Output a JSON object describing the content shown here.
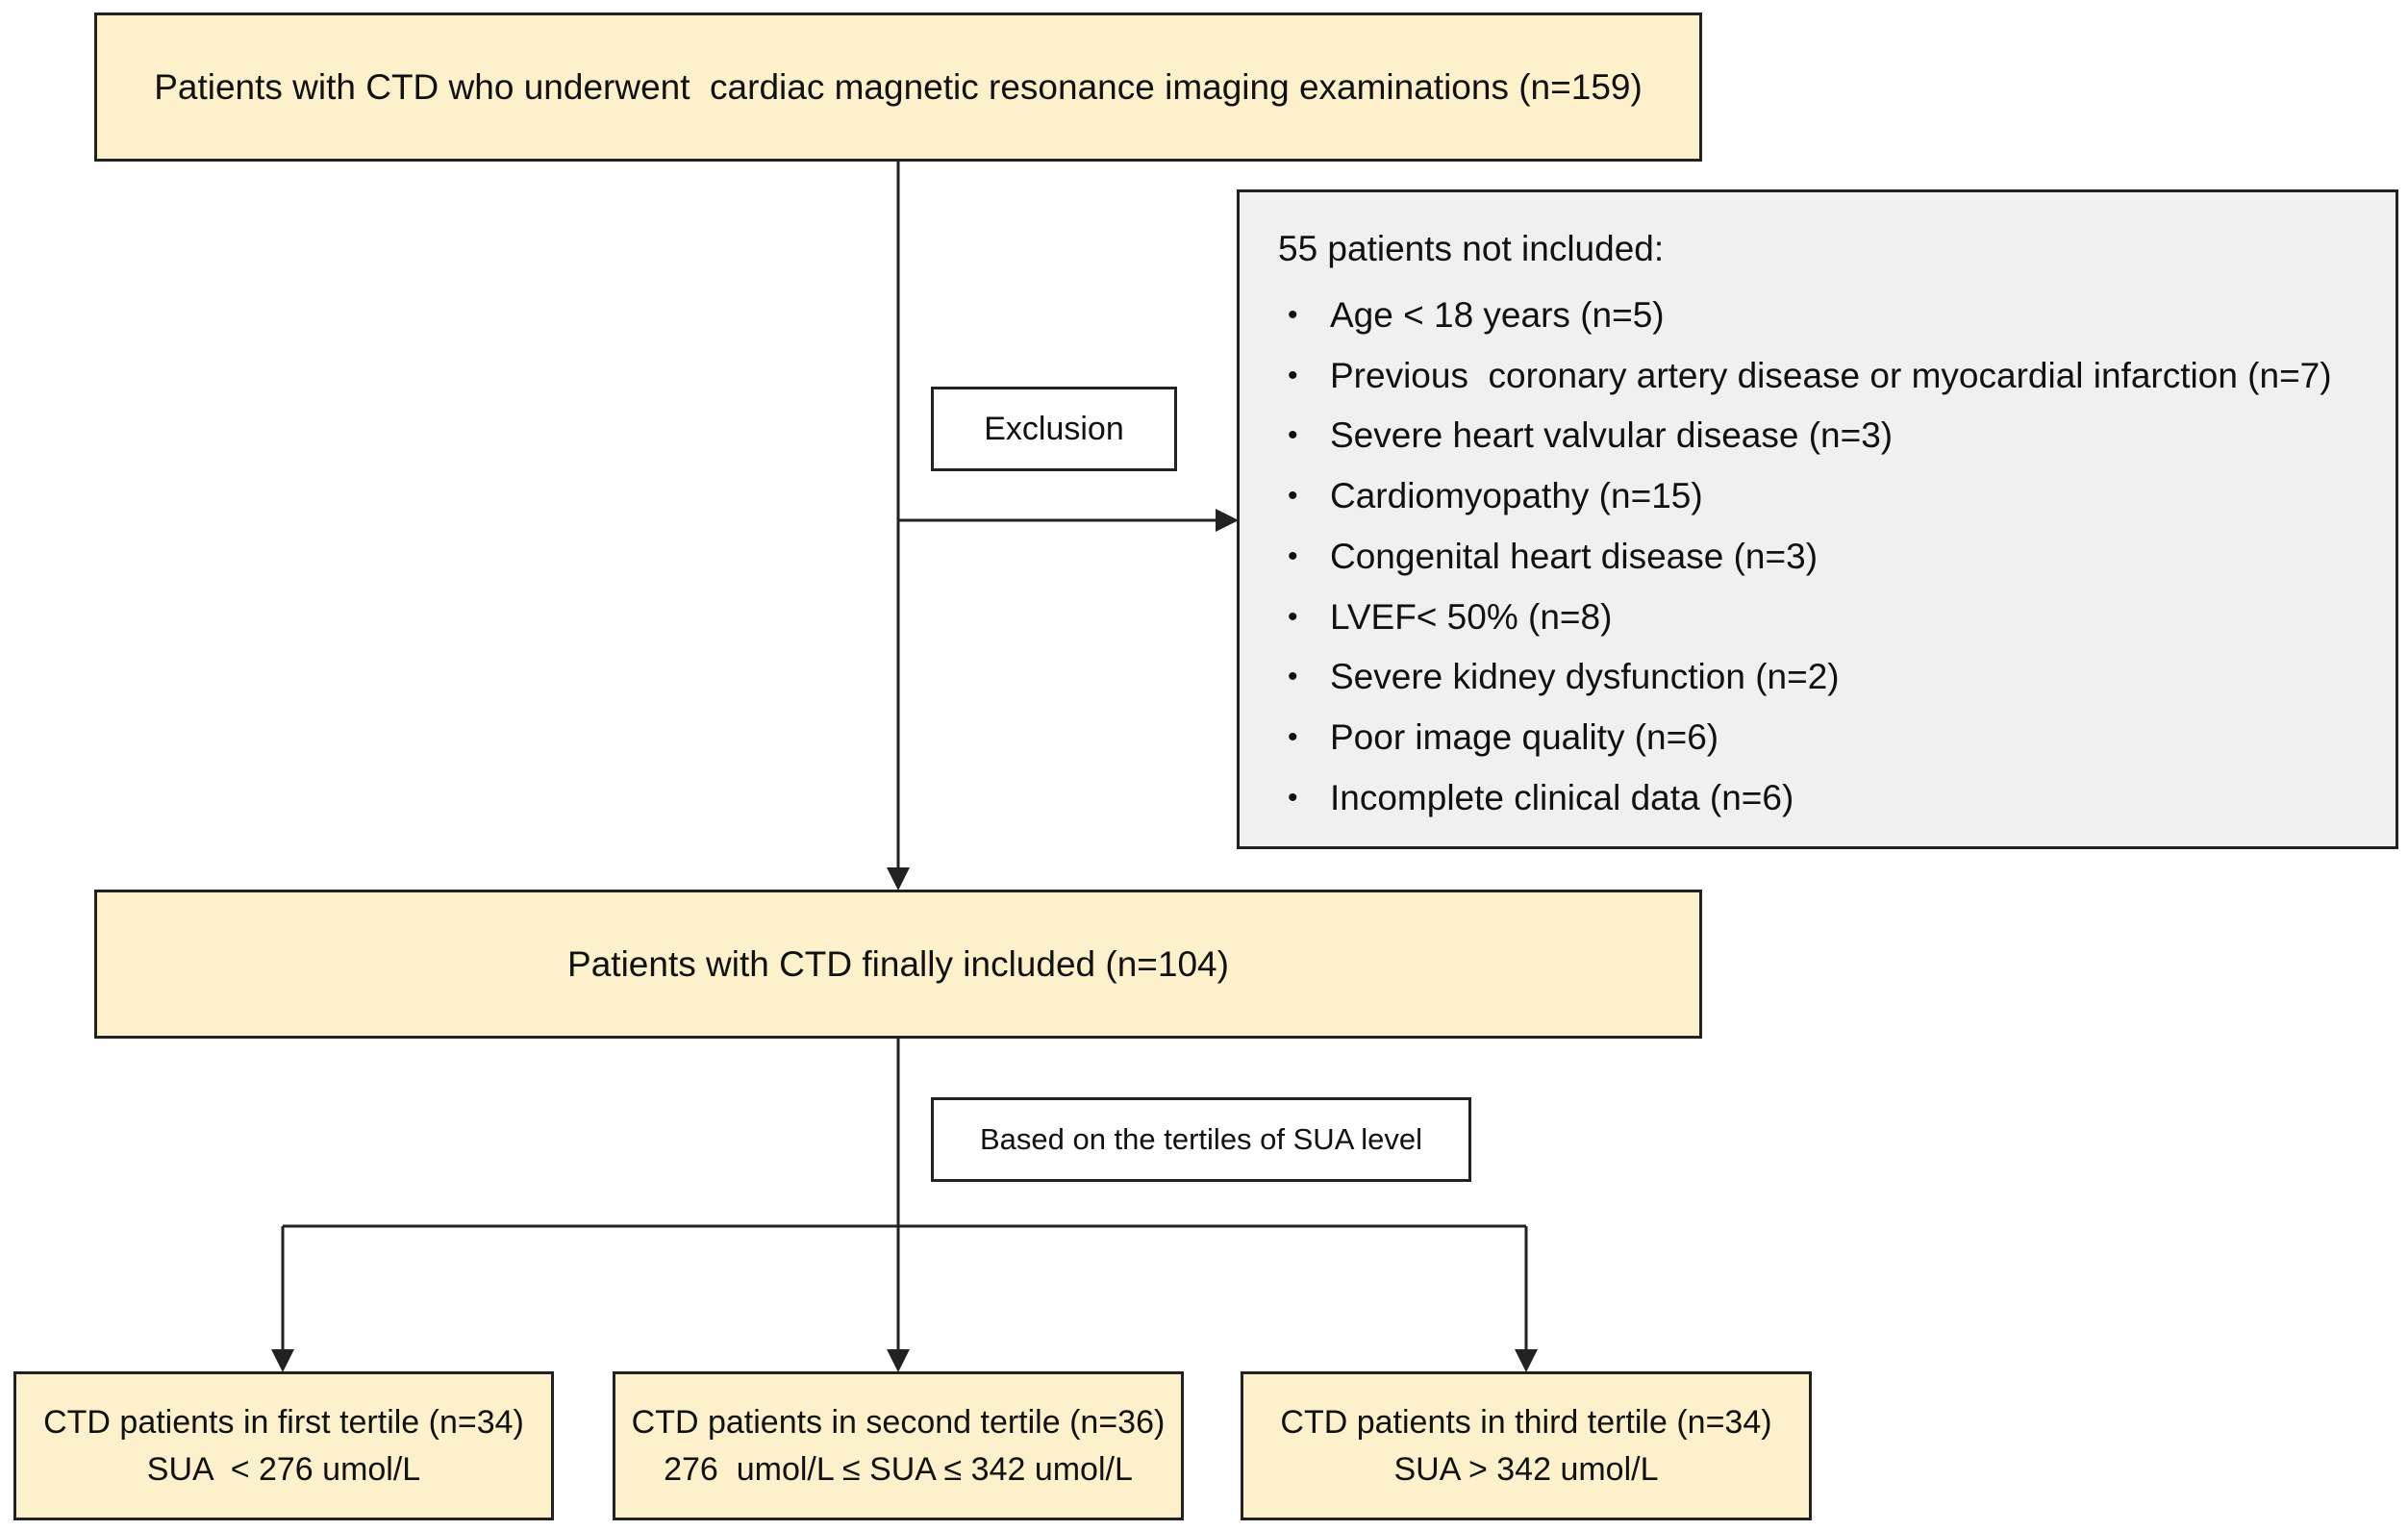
{
  "top_box": {
    "text": "Patients with CTD who underwent  cardiac magnetic resonance imaging examinations (n=159)"
  },
  "exclusion_label": "Exclusion",
  "exclusion_box": {
    "heading": "55 patients not included:",
    "items": [
      "Age < 18 years (n=5)",
      "Previous  coronary artery disease or myocardial infarction (n=7)",
      "Severe heart valvular disease (n=3)",
      "Cardiomyopathy (n=15)",
      "Congenital heart disease (n=3)",
      "LVEF< 50% (n=8)",
      "Severe kidney dysfunction (n=2)",
      "Poor image quality (n=6)",
      "Incomplete clinical data (n=6)"
    ]
  },
  "included_box": {
    "text": "Patients with CTD finally included (n=104)"
  },
  "split_label": "Based on the tertiles of SUA level",
  "tertiles": [
    {
      "title": "CTD patients in first tertile (n=34)",
      "criterion": "SUA  < 276 umol/L"
    },
    {
      "title": "CTD patients in second tertile (n=36)",
      "criterion": "276  umol/L ≤ SUA ≤ 342 umol/L"
    },
    {
      "title": "CTD patients in third tertile (n=34)",
      "criterion": "SUA > 342 umol/L"
    }
  ],
  "colors": {
    "flow_box_fill": "#fdf1cc",
    "exclusion_box_fill": "#f0f0f0",
    "line": "#222222"
  }
}
